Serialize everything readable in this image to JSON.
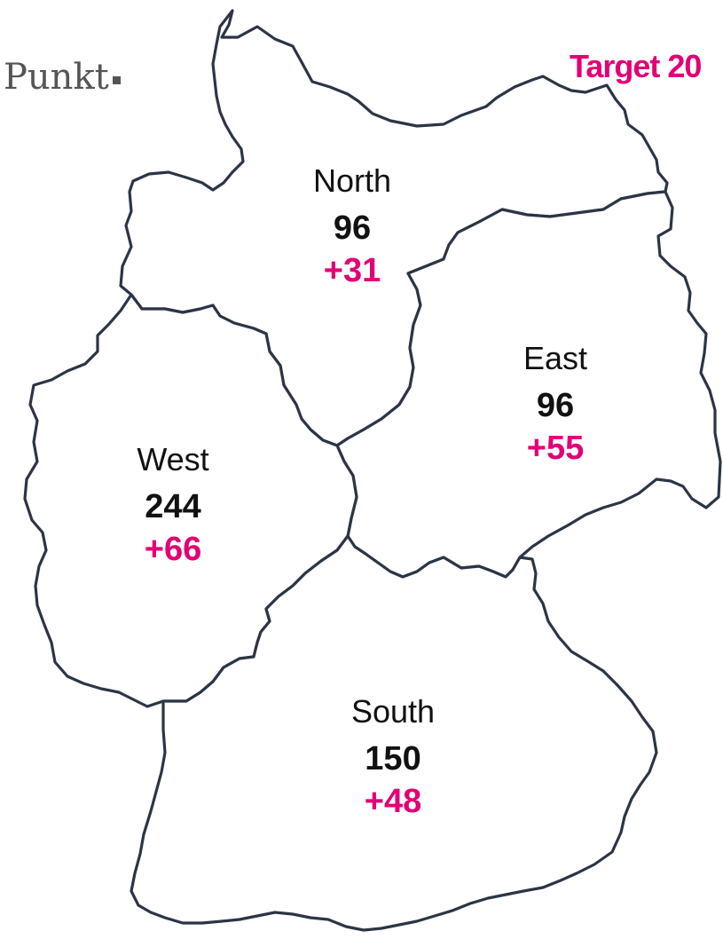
{
  "brand": {
    "text": "Punkt"
  },
  "target": {
    "text": "Target 20"
  },
  "colors": {
    "accent": "#e20074",
    "border": "#2b3545"
  },
  "regions": [
    {
      "id": "north",
      "name": "North",
      "value": "96",
      "delta": "+31"
    },
    {
      "id": "east",
      "name": "East",
      "value": "96",
      "delta": "+55"
    },
    {
      "id": "west",
      "name": "West",
      "value": "244",
      "delta": "+66"
    },
    {
      "id": "south",
      "name": "South",
      "value": "150",
      "delta": "+48"
    }
  ]
}
